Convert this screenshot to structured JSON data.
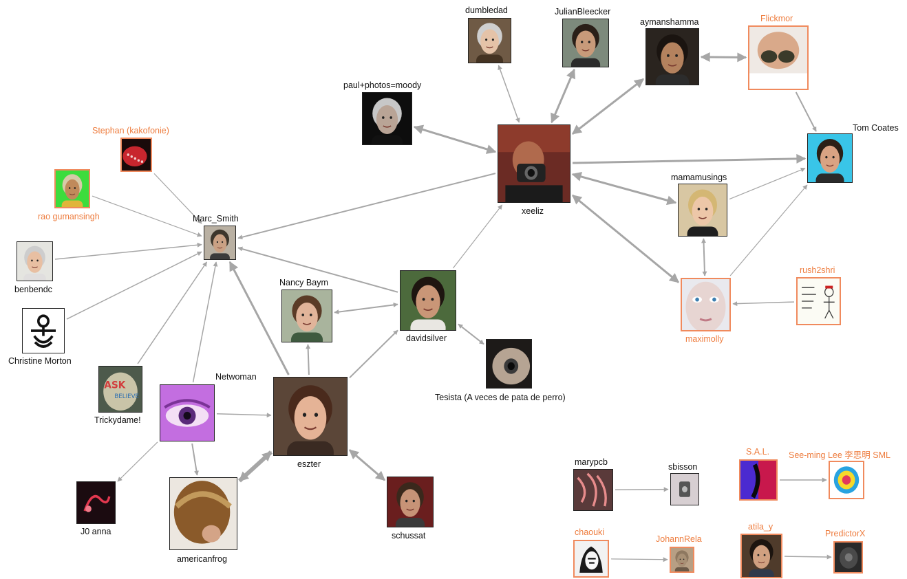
{
  "colors": {
    "edge": "#a6a6a6",
    "highlight_border": "#f08a5d",
    "highlight_label": "#ee7d3f",
    "normal_label": "#111111"
  },
  "nodes": {
    "dumbledad": {
      "label": "dumbledad",
      "highlighted": false
    },
    "julianbleecker": {
      "label": "JulianBleecker",
      "highlighted": false
    },
    "aymanshamma": {
      "label": "aymanshamma",
      "highlighted": false
    },
    "flickmor": {
      "label": "Flickmor",
      "highlighted": true
    },
    "tomcoates": {
      "label": "Tom Coates",
      "highlighted": false
    },
    "paulphotos": {
      "label": "paul+photos=moody",
      "highlighted": false
    },
    "xeeliz": {
      "label": "xeeliz",
      "highlighted": false
    },
    "mamamusings": {
      "label": "mamamusings",
      "highlighted": false
    },
    "stephan": {
      "label": "Stephan (kakofonie)",
      "highlighted": true
    },
    "rao": {
      "label": "rao gumansingh",
      "highlighted": true
    },
    "marcsmith": {
      "label": "Marc_Smith",
      "highlighted": false
    },
    "benbendc": {
      "label": "benbendc",
      "highlighted": false
    },
    "christine": {
      "label": "Christine Morton",
      "highlighted": false
    },
    "nancybaym": {
      "label": "Nancy Baym",
      "highlighted": false
    },
    "davidsilver": {
      "label": "davidsilver",
      "highlighted": false
    },
    "maximolly": {
      "label": "maximolly",
      "highlighted": true
    },
    "rush2shri": {
      "label": "rush2shri",
      "highlighted": true
    },
    "trickydame": {
      "label": "Trickydame!",
      "highlighted": false
    },
    "netwoman": {
      "label": "Netwoman",
      "highlighted": false
    },
    "eszter": {
      "label": "eszter",
      "highlighted": false
    },
    "tesista": {
      "label": "Tesista (A veces de pata de perro)",
      "highlighted": false
    },
    "j0anna": {
      "label": "J0 anna",
      "highlighted": false
    },
    "americanfrog": {
      "label": "americanfrog",
      "highlighted": false
    },
    "schussat": {
      "label": "schussat",
      "highlighted": false
    },
    "marypcb": {
      "label": "marypcb",
      "highlighted": false
    },
    "sbisson": {
      "label": "sbisson",
      "highlighted": false
    },
    "sal": {
      "label": "S.A.L.",
      "highlighted": true
    },
    "seeming": {
      "label": "See-ming Lee 李思明 SML",
      "highlighted": true
    },
    "chaouki": {
      "label": "chaouki",
      "highlighted": true
    },
    "johannrela": {
      "label": "JohannRela",
      "highlighted": true
    },
    "atila": {
      "label": "atila_y",
      "highlighted": true
    },
    "predictorx": {
      "label": "PredictorX",
      "highlighted": true
    }
  },
  "edges": [
    {
      "from": "xeeliz",
      "to": "dumbledad",
      "dir": "both",
      "w": 1.5
    },
    {
      "from": "xeeliz",
      "to": "julianbleecker",
      "dir": "both",
      "w": 3
    },
    {
      "from": "xeeliz",
      "to": "aymanshamma",
      "dir": "both",
      "w": 3
    },
    {
      "from": "aymanshamma",
      "to": "flickmor",
      "dir": "both",
      "w": 3
    },
    {
      "from": "flickmor",
      "to": "tomcoates",
      "dir": "to",
      "w": 2
    },
    {
      "from": "xeeliz",
      "to": "tomcoates",
      "dir": "to",
      "w": 3
    },
    {
      "from": "xeeliz",
      "to": "paulphotos",
      "dir": "both",
      "w": 3
    },
    {
      "from": "xeeliz",
      "to": "mamamusings",
      "dir": "both",
      "w": 3
    },
    {
      "from": "xeeliz",
      "to": "maximolly",
      "dir": "both",
      "w": 3
    },
    {
      "from": "mamamusings",
      "to": "tomcoates",
      "dir": "to",
      "w": 1.2
    },
    {
      "from": "mamamusings",
      "to": "maximolly",
      "dir": "both",
      "w": 2
    },
    {
      "from": "maximolly",
      "to": "tomcoates",
      "dir": "to",
      "w": 1.2
    },
    {
      "from": "rush2shri",
      "to": "maximolly",
      "dir": "to",
      "w": 1.5
    },
    {
      "from": "xeeliz",
      "to": "marcsmith",
      "dir": "to",
      "w": 2
    },
    {
      "from": "stephan",
      "to": "marcsmith",
      "dir": "to",
      "w": 1.2
    },
    {
      "from": "rao",
      "to": "marcsmith",
      "dir": "to",
      "w": 1.2
    },
    {
      "from": "benbendc",
      "to": "marcsmith",
      "dir": "to",
      "w": 1.5
    },
    {
      "from": "christine",
      "to": "marcsmith",
      "dir": "to",
      "w": 1.5
    },
    {
      "from": "trickydame",
      "to": "marcsmith",
      "dir": "to",
      "w": 1.5
    },
    {
      "from": "netwoman",
      "to": "marcsmith",
      "dir": "to",
      "w": 1.5
    },
    {
      "from": "eszter",
      "to": "marcsmith",
      "dir": "to",
      "w": 3
    },
    {
      "from": "davidsilver",
      "to": "marcsmith",
      "dir": "to",
      "w": 2
    },
    {
      "from": "davidsilver",
      "to": "nancybaym",
      "dir": "both",
      "w": 2
    },
    {
      "from": "davidsilver",
      "to": "xeeliz",
      "dir": "to",
      "w": 1.2
    },
    {
      "from": "davidsilver",
      "to": "tesista",
      "dir": "both",
      "w": 2
    },
    {
      "from": "eszter",
      "to": "nancybaym",
      "dir": "to",
      "w": 2
    },
    {
      "from": "eszter",
      "to": "davidsilver",
      "dir": "to",
      "w": 2
    },
    {
      "from": "netwoman",
      "to": "eszter",
      "dir": "to",
      "w": 1.5
    },
    {
      "from": "netwoman",
      "to": "j0anna",
      "dir": "to",
      "w": 1.2
    },
    {
      "from": "netwoman",
      "to": "americanfrog",
      "dir": "to",
      "w": 2
    },
    {
      "from": "americanfrog",
      "to": "eszter",
      "dir": "both",
      "w": 6
    },
    {
      "from": "eszter",
      "to": "schussat",
      "dir": "both",
      "w": 3
    },
    {
      "from": "marypcb",
      "to": "sbisson",
      "dir": "to",
      "w": 1.5
    },
    {
      "from": "sal",
      "to": "seeming",
      "dir": "to",
      "w": 1.5
    },
    {
      "from": "chaouki",
      "to": "johannrela",
      "dir": "to",
      "w": 1.2
    },
    {
      "from": "atila",
      "to": "predictorx",
      "dir": "to",
      "w": 1.5
    }
  ]
}
